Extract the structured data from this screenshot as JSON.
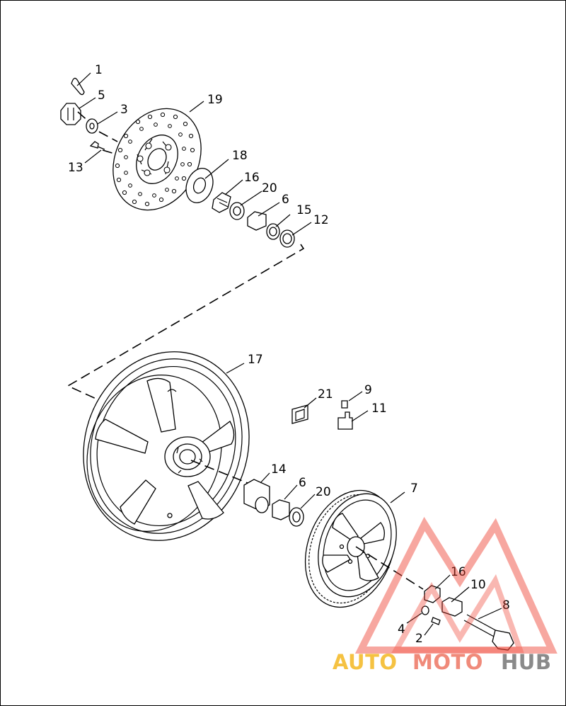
{
  "callouts": {
    "c1": "1",
    "c2": "2",
    "c3": "3",
    "c4": "4",
    "c5": "5",
    "c6a": "6",
    "c6b": "6",
    "c7": "7",
    "c8": "8",
    "c9": "9",
    "c10": "10",
    "c11": "11",
    "c12": "12",
    "c13": "13",
    "c14": "14",
    "c15": "15",
    "c16a": "16",
    "c16b": "16",
    "c17": "17",
    "c18": "18",
    "c19": "19",
    "c20a": "20",
    "c20b": "20",
    "c21": "21"
  },
  "watermark": {
    "part1": "AUTO",
    "part2": "MOTO",
    "part3": "HUB",
    "colors": {
      "auto": "#f5c242",
      "moto": "#f08a7a",
      "hub": "#8a8a8a",
      "logo": "#ef3c2c"
    }
  }
}
